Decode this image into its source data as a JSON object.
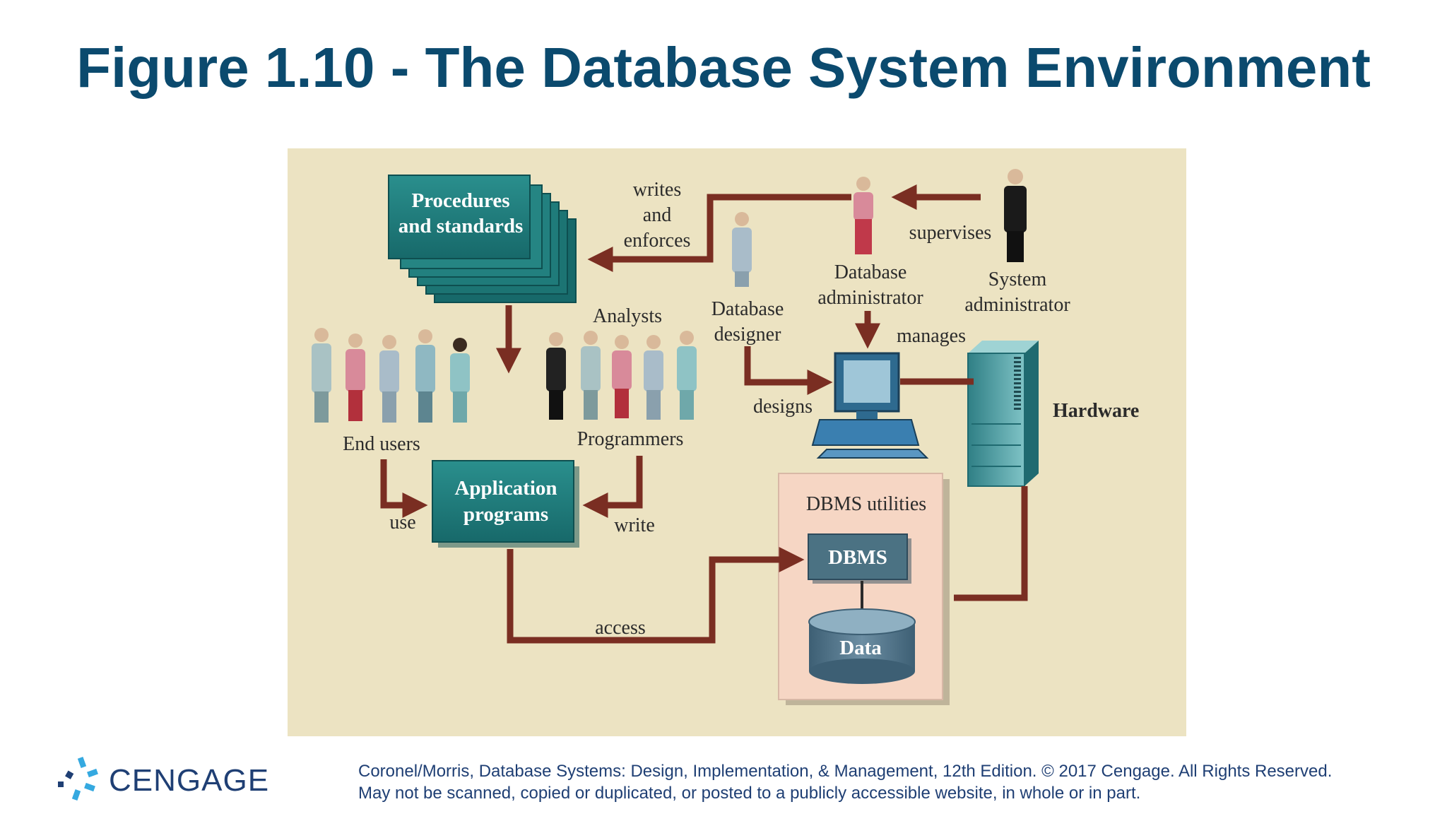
{
  "title": "Figure 1.10 - The Database System Environment",
  "diagram": {
    "procedures_box": {
      "line1": "Procedures",
      "line2": "and standards"
    },
    "application_box": {
      "line1": "Application",
      "line2": "programs"
    },
    "dbms_utilities_label": "DBMS utilities",
    "dbms_label": "DBMS",
    "data_label": "Data",
    "hardware_label": "Hardware",
    "people": {
      "end_users": "End users",
      "analysts": "Analysts",
      "programmers": "Programmers",
      "db_designer": {
        "line1": "Database",
        "line2": "designer"
      },
      "db_admin": {
        "line1": "Database",
        "line2": "administrator"
      },
      "sys_admin": {
        "line1": "System",
        "line2": "administrator"
      }
    },
    "relations": {
      "writes_enforces": {
        "line1": "writes",
        "line2": "and",
        "line3": "enforces"
      },
      "supervises": "supervises",
      "manages": "manages",
      "designs": "designs",
      "use": "use",
      "write": "write",
      "access": "access"
    },
    "colors": {
      "background": "#ece3c2",
      "box_teal": "#1f7d7c",
      "arrow": "#7a2e22",
      "dbms_panel": "#f6d6c4"
    }
  },
  "footer": {
    "line1": "Coronel/Morris, Database Systems: Design, Implementation, & Management, 12th Edition. © 2017 Cengage. All Rights Reserved.",
    "line2": "May not be scanned, copied or duplicated, or posted to a publicly accessible website, in whole or in part."
  },
  "logo": {
    "text": "CENGAGE"
  }
}
